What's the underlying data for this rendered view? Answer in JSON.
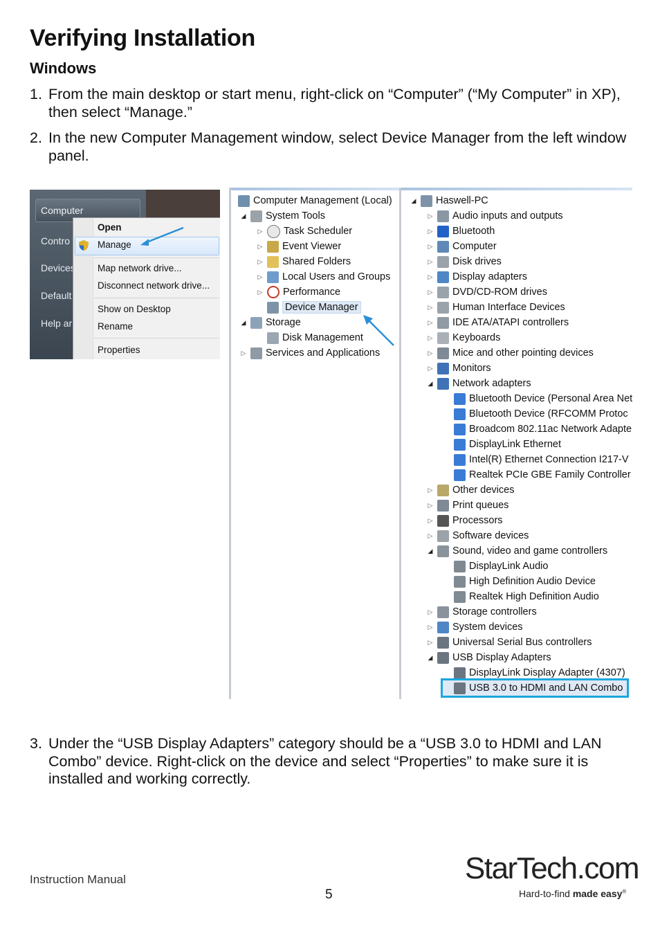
{
  "title": "Verifying Installation",
  "subtitle": "Windows",
  "steps": [
    {
      "num": "1.",
      "text": "From the main desktop or start menu, right-click on “Computer” (“My Computer” in XP), then select “Manage.”"
    },
    {
      "num": "2.",
      "text": "In the new Computer Management window, select Device Manager from the left window panel."
    },
    {
      "num": "3.",
      "text": "Under the “USB Display Adapters” category should be a “USB 3.0 to HDMI and LAN Combo” device. Right-click on the device and select “Properties” to make sure it is installed and working correctly."
    }
  ],
  "context_screenshot": {
    "side_button": "Computer",
    "side_items": [
      "Contro",
      "Devices",
      "Default",
      "Help ar"
    ],
    "menu_items": [
      "Open",
      "Manage",
      "Map network drive...",
      "Disconnect network drive...",
      "Show on Desktop",
      "Rename",
      "Properties"
    ]
  },
  "left_tree": [
    {
      "label": "Computer Management (Local)",
      "icon": "computer-management-icon"
    },
    {
      "label": "System Tools",
      "icon": "tools-icon"
    },
    {
      "label": "Task Scheduler",
      "icon": "clock-icon"
    },
    {
      "label": "Event Viewer",
      "icon": "event-viewer-icon"
    },
    {
      "label": "Shared Folders",
      "icon": "shared-folder-icon"
    },
    {
      "label": "Local Users and Groups",
      "icon": "users-icon"
    },
    {
      "label": "Performance",
      "icon": "performance-icon"
    },
    {
      "label": "Device Manager",
      "icon": "device-manager-icon"
    },
    {
      "label": "Storage",
      "icon": "storage-icon"
    },
    {
      "label": "Disk Management",
      "icon": "disk-management-icon"
    },
    {
      "label": "Services and Applications",
      "icon": "services-icon"
    }
  ],
  "right_tree": [
    {
      "label": "Haswell-PC"
    },
    {
      "label": "Audio inputs and outputs"
    },
    {
      "label": "Bluetooth"
    },
    {
      "label": "Computer"
    },
    {
      "label": "Disk drives"
    },
    {
      "label": "Display adapters"
    },
    {
      "label": "DVD/CD-ROM drives"
    },
    {
      "label": "Human Interface Devices"
    },
    {
      "label": "IDE ATA/ATAPI controllers"
    },
    {
      "label": "Keyboards"
    },
    {
      "label": "Mice and other pointing devices"
    },
    {
      "label": "Monitors"
    },
    {
      "label": "Network adapters"
    },
    {
      "label": "Bluetooth Device (Personal Area Net"
    },
    {
      "label": "Bluetooth Device (RFCOMM Protoc"
    },
    {
      "label": "Broadcom 802.11ac Network Adapte"
    },
    {
      "label": "DisplayLink Ethernet"
    },
    {
      "label": "Intel(R) Ethernet Connection I217-V"
    },
    {
      "label": "Realtek PCIe GBE Family Controller"
    },
    {
      "label": "Other devices"
    },
    {
      "label": "Print queues"
    },
    {
      "label": "Processors"
    },
    {
      "label": "Software devices"
    },
    {
      "label": "Sound, video and game controllers"
    },
    {
      "label": "DisplayLink Audio"
    },
    {
      "label": "High Definition Audio Device"
    },
    {
      "label": "Realtek High Definition Audio"
    },
    {
      "label": "Storage controllers"
    },
    {
      "label": "System devices"
    },
    {
      "label": "Universal Serial Bus controllers"
    },
    {
      "label": "USB Display Adapters"
    },
    {
      "label": "DisplayLink Display Adapter (4307)"
    },
    {
      "label": "USB 3.0 to HDMI and LAN Combo"
    }
  ],
  "footer": {
    "left": "Instruction Manual",
    "page": "5",
    "logo": "StarTech.com",
    "tagline_regular": "Hard-to-find ",
    "tagline_bold": "made easy",
    "tagline_mark": "®"
  },
  "colors": {
    "highlight_box": "#1aa7de",
    "arrow": "#2b8fd6"
  }
}
